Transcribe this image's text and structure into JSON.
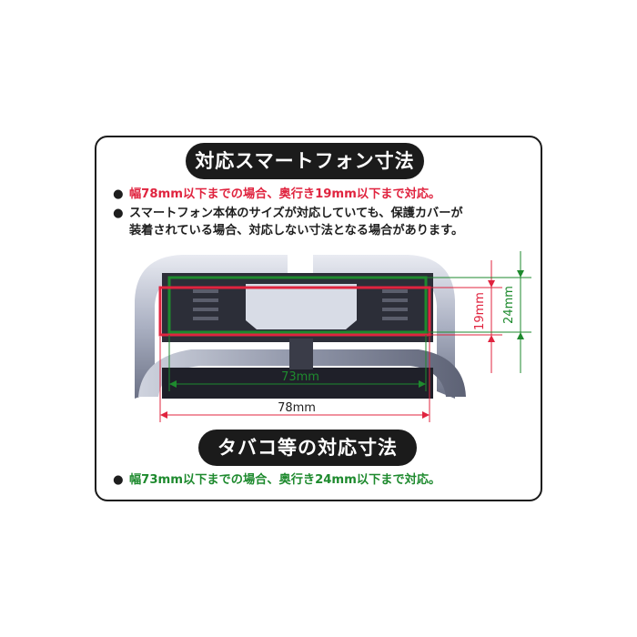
{
  "smartphone": {
    "title": "対応スマートフォン寸法",
    "notes": [
      "幅78mm以下までの場合、奥行き19mm以下まで対応。",
      "スマートフォン本体のサイズが対応していても、保護カバーが",
      "装着されている場合、対応しない寸法となる場合があります。"
    ]
  },
  "bullet_symbol": "●",
  "diagram": {
    "label_73": "73mm",
    "label_78": "78mm",
    "label_19": "19mm",
    "label_24": "24mm"
  },
  "tobacco": {
    "title": "タバコ等の対応寸法",
    "note": "幅73mm以下までの場合、奥行き24mm以下まで対応。"
  },
  "colors": {
    "red_line": "#e0243f",
    "green_line": "#1e8a2e",
    "pill_bg": "#1b1b1b"
  }
}
